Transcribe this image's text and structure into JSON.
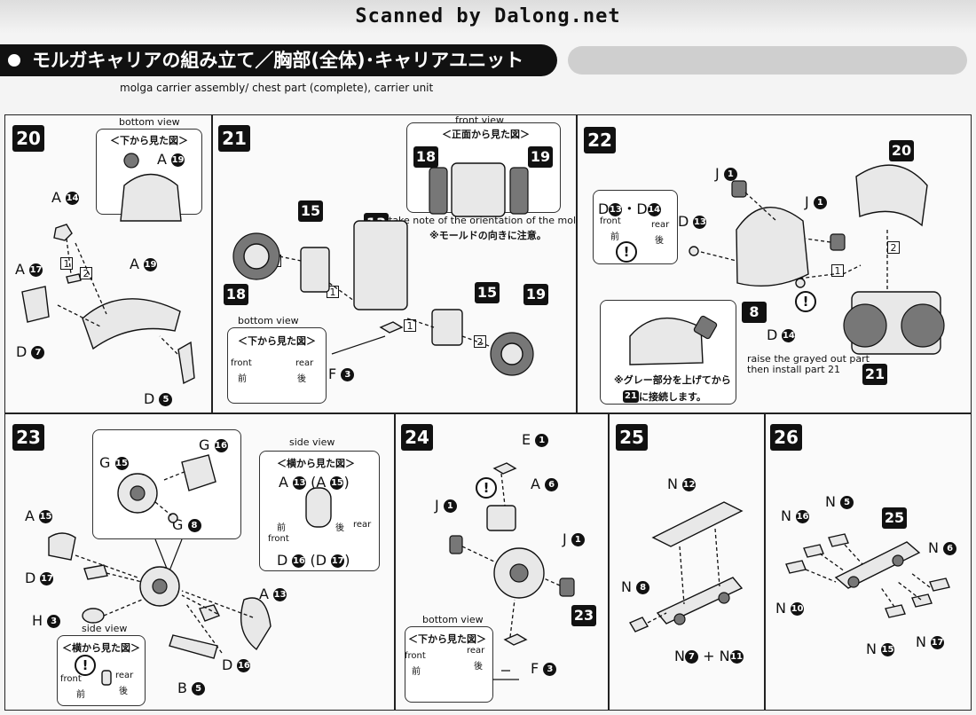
{
  "header": {
    "watermark": "Scanned by Dalong.net",
    "title_jp": "モルガキャリアの組み立て／胸部(全体)･キャリアユニット",
    "subtitle": "molga carrier assembly/ chest part (complete), carrier unit"
  },
  "common": {
    "bottom_view_en": "bottom view",
    "bottom_view_jp": "＜下から見た図＞",
    "front_view_en": "front view",
    "front_view_jp": "＜正面から見た図＞",
    "side_view_en": "side view",
    "side_view_jp": "＜横から見た図＞",
    "front_en": "front",
    "front_jp": "前",
    "rear_en": "rear",
    "rear_jp": "後",
    "warn": "!"
  },
  "steps": {
    "s20": {
      "num": "20",
      "parts": {
        "a19_top": {
          "l": "A",
          "n": "19"
        },
        "a14": {
          "l": "A",
          "n": "14"
        },
        "a17": {
          "l": "A",
          "n": "17"
        },
        "a19": {
          "l": "A",
          "n": "19"
        },
        "d7": {
          "l": "D",
          "n": "7"
        },
        "d5": {
          "l": "D",
          "n": "5"
        }
      },
      "seq": [
        "1",
        "2"
      ]
    },
    "s21": {
      "num": "21",
      "b18": "18",
      "b19": "19",
      "b15a": "15",
      "b13": "13",
      "b15b": "15",
      "b18b": "18",
      "b19b": "19",
      "note_en": "take note of the orientation of the mold",
      "note_jp": "※モールドの向きに注意。",
      "f3": {
        "l": "F",
        "n": "3"
      },
      "seq": [
        "2",
        "1",
        "1",
        "2"
      ]
    },
    "s22": {
      "num": "22",
      "j1a": {
        "l": "J",
        "n": "1"
      },
      "j1b": {
        "l": "J",
        "n": "1"
      },
      "d13": {
        "l": "D",
        "n": "13"
      },
      "d14": {
        "l": "D",
        "n": "14"
      },
      "d13d14": {
        "a": "D",
        "an": "13",
        "sep": "・",
        "b": "D",
        "bn": "14"
      },
      "b20": "20",
      "b8": "8",
      "b21": "21",
      "note_en1": "raise the grayed out part",
      "note_en2": "then install part 21",
      "note_jp1": "※グレー部分を上げてから",
      "note_jp2_badge": "21",
      "note_jp2": "に接続します。",
      "seq": [
        "2",
        "1"
      ]
    },
    "s23": {
      "num": "23",
      "g15": {
        "l": "G",
        "n": "15"
      },
      "g16": {
        "l": "G",
        "n": "16"
      },
      "g8": {
        "l": "G",
        "n": "8"
      },
      "a15": {
        "l": "A",
        "n": "15"
      },
      "d17": {
        "l": "D",
        "n": "17"
      },
      "h3": {
        "l": "H",
        "n": "3"
      },
      "a13": {
        "l": "A",
        "n": "13"
      },
      "d16": {
        "l": "D",
        "n": "16"
      },
      "b5": {
        "l": "B",
        "n": "5"
      },
      "side_a": {
        "l": "A",
        "n": "13",
        "paren_l": "A",
        "paren_n": "15"
      },
      "side_d": {
        "l": "D",
        "n": "16",
        "paren_l": "D",
        "paren_n": "17"
      },
      "paren_open": "(",
      "paren_close": ")"
    },
    "s24": {
      "num": "24",
      "e1": {
        "l": "E",
        "n": "1"
      },
      "a6": {
        "l": "A",
        "n": "6"
      },
      "j1a": {
        "l": "J",
        "n": "1"
      },
      "j1b": {
        "l": "J",
        "n": "1"
      },
      "b23": "23",
      "f3": {
        "l": "F",
        "n": "3"
      }
    },
    "s25": {
      "num": "25",
      "n12": {
        "l": "N",
        "n": "12"
      },
      "n8": {
        "l": "N",
        "n": "8"
      },
      "n7": {
        "l": "N",
        "n": "7"
      },
      "plus": "+",
      "n11": {
        "l": "N",
        "n": "11"
      }
    },
    "s26": {
      "num": "26",
      "n16": {
        "l": "N",
        "n": "16"
      },
      "n5": {
        "l": "N",
        "n": "5"
      },
      "b25": "25",
      "n6": {
        "l": "N",
        "n": "6"
      },
      "n10": {
        "l": "N",
        "n": "10"
      },
      "n15": {
        "l": "N",
        "n": "15"
      },
      "n17": {
        "l": "N",
        "n": "17"
      }
    }
  }
}
